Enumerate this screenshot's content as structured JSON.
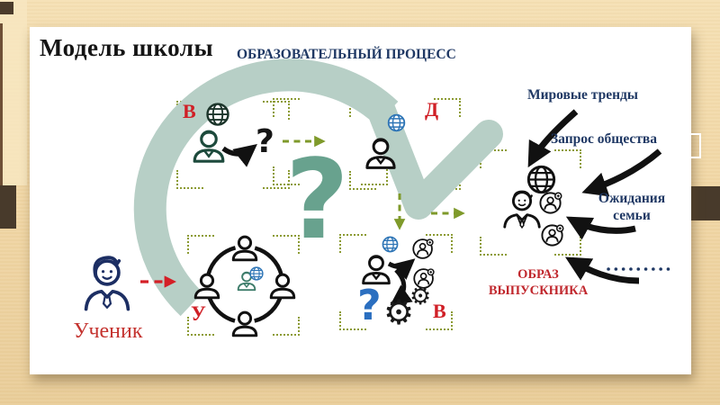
{
  "slide": {
    "title": "Модель школы",
    "process_label": "ОБРАЗОВАТЕЛЬНЫЙ ПРОЦЕСС"
  },
  "student": {
    "label": "Ученик"
  },
  "stages": {
    "v1": "В",
    "d": "Д",
    "u": "У",
    "v2": "В"
  },
  "questions": {
    "small": "?",
    "center": "?",
    "blue": "?"
  },
  "factors": {
    "world_trends": "Мировые тренды",
    "society_request": "Запрос общества",
    "family_line1": "Ожидания",
    "family_line2": "семьи"
  },
  "graduate": {
    "line1": "ОБРАЗ",
    "line2": "ВЫПУСКНИКА"
  },
  "icons": {
    "gear_glyph": "⚙"
  },
  "colors": {
    "red": "#d01f26",
    "navy": "#1f3864",
    "olive": "#8c9b33",
    "teal_arc": "#b7cfc6",
    "teal_question": "#68a28e",
    "blue": "#2e75b6",
    "brown_bar": "#483a2b",
    "background": "#f1d7a6"
  }
}
